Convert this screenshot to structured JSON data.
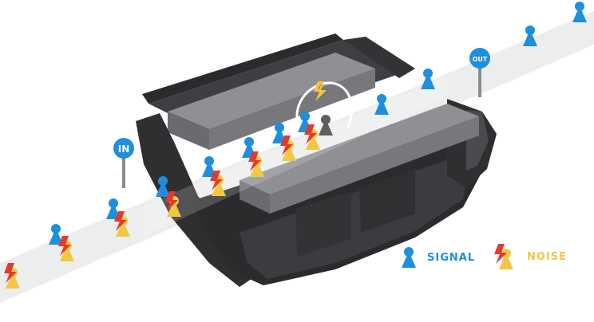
{
  "signs": {
    "in_label": "IN",
    "out_label": "OUT"
  },
  "legend": {
    "signal_label": "SIGNAL",
    "noise_label": "NOISE"
  },
  "colors": {
    "signal": "#1d8fdc",
    "noise_yellow": "#f2c744",
    "noise_red": "#e23b2e",
    "filter_body": "#3a3a3d",
    "filter_top": "#7d7d82",
    "band": "#eceeee",
    "filtered_noise": "#5d5d62"
  },
  "icons": {
    "signal": "signal-pawn-icon",
    "noise": "noise-pawn-lightning-icon",
    "filter": "ferrite-core-filter",
    "sign": "signpost-icon"
  }
}
